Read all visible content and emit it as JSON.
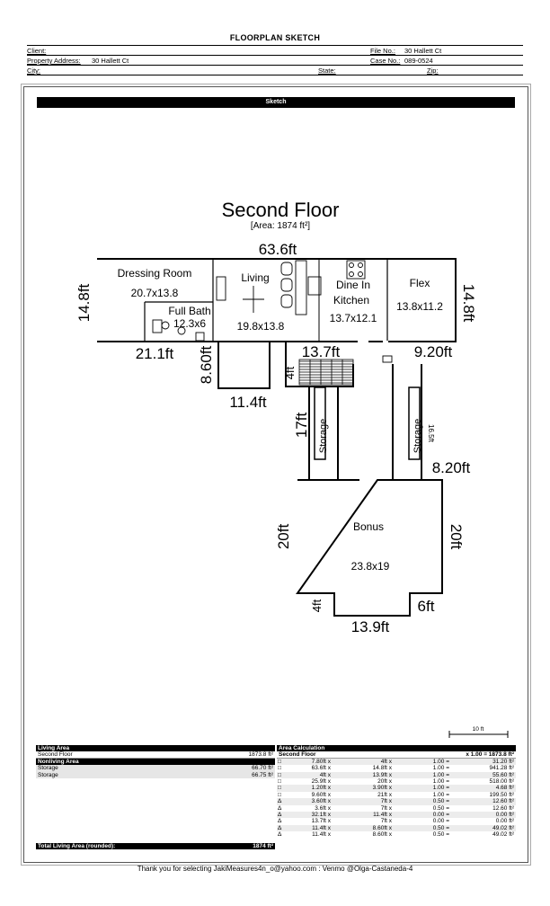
{
  "title": "FLOORPLAN SKETCH",
  "header": {
    "client_label": "Client:",
    "client_value": "",
    "file_no_label": "File No.:",
    "file_no_value": "30 Hallett Ct",
    "property_label": "Property Address:",
    "property_value": "30 Hallett Ct",
    "case_no_label": "Case No.:",
    "case_no_value": "089-0524",
    "city_label": "City:",
    "state_label": "State:",
    "zip_label": "Zip:"
  },
  "sketch": {
    "bar_label": "Sketch",
    "floor_title": "Second Floor",
    "floor_area": "[Area: 1874 ft²]",
    "rooms": {
      "dressing_room": "Dressing Room",
      "dressing_room_size": "20.7x13.8",
      "living": "Living",
      "living_size": "19.8x13.8",
      "full_bath": "Full Bath",
      "full_bath_size": "12.3x6",
      "dine_in": "Dine In",
      "kitchen": "Kitchen",
      "kitchen_size": "13.7x12.1",
      "flex": "Flex",
      "flex_size": "13.8x11.2",
      "storage_left": "Storage",
      "storage_right": "Storage",
      "bonus": "Bonus",
      "bonus_size": "23.8x19"
    },
    "dims": {
      "top": "63.6ft",
      "left": "14.8ft",
      "right": "14.8ft",
      "bottom_left": "21.1ft",
      "notch_height": "8.60ft",
      "notch_width": "11.4ft",
      "stair_width": "13.7ft",
      "stair_height": "4ft",
      "right_step": "9.20ft",
      "corridor_left": "17ft",
      "corridor_right": "16.5ft",
      "corridor_gap": "8.20ft",
      "bonus_left": "20ft",
      "bonus_right": "20ft",
      "bonus_bottom": "13.9ft",
      "bonus_bl": "4ft",
      "bonus_br": "6ft"
    },
    "scale_label": "10 ft"
  },
  "living_area": {
    "header": "Living Area",
    "rows": [
      {
        "name": "Second Floor",
        "value": "1873.8 ft²"
      }
    ],
    "nonliving_header": "Nonliving Area",
    "nonliving_rows": [
      {
        "name": "Storage",
        "value": "66.70 ft²"
      },
      {
        "name": "Storage",
        "value": "66.75 ft²"
      }
    ],
    "total_label": "Total Living Area (rounded):",
    "total_value": "1874 ft²"
  },
  "area_calc": {
    "header": "Area Calculation",
    "section": "Second Floor",
    "section_total": "x 1.00 = 1873.8 ft²",
    "rows": [
      {
        "icon": "box",
        "a": "7.80ft x",
        "b": "4ft x",
        "c": "1.00 =",
        "d": "31.20 ft²"
      },
      {
        "icon": "box",
        "a": "63.6ft x",
        "b": "14.8ft x",
        "c": "1.00 =",
        "d": "941.28 ft²"
      },
      {
        "icon": "box",
        "a": "4ft x",
        "b": "13.9ft x",
        "c": "1.00 =",
        "d": "55.60 ft²"
      },
      {
        "icon": "box",
        "a": "25.9ft x",
        "b": "20ft x",
        "c": "1.00 =",
        "d": "518.00 ft²"
      },
      {
        "icon": "box",
        "a": "1.20ft x",
        "b": "3.90ft x",
        "c": "1.00 =",
        "d": "4.68 ft²"
      },
      {
        "icon": "box",
        "a": "9.60ft x",
        "b": "21ft x",
        "c": "1.00 =",
        "d": "199.50 ft²"
      },
      {
        "icon": "tri",
        "a": "3.60ft x",
        "b": "7ft x",
        "c": "0.50 =",
        "d": "12.60 ft²"
      },
      {
        "icon": "tri",
        "a": "3.6ft x",
        "b": "7ft x",
        "c": "0.50 =",
        "d": "12.60 ft²"
      },
      {
        "icon": "tri",
        "a": "32.1ft x",
        "b": "11.4ft x",
        "c": "0.00 =",
        "d": "0.00 ft²"
      },
      {
        "icon": "tri",
        "a": "13.7ft x",
        "b": "7ft x",
        "c": "0.00 =",
        "d": "0.00 ft²"
      },
      {
        "icon": "tri",
        "a": "11.4ft x",
        "b": "8.60ft x",
        "c": "0.50 =",
        "d": "49.02 ft²"
      },
      {
        "icon": "tri",
        "a": "11.4ft x",
        "b": "8.60ft x",
        "c": "0.50 =",
        "d": "49.02 ft²"
      }
    ]
  },
  "footer": "Thank you for selecting JakiMeasures4n_o@yahoo.com : Venmo @Olga-Castaneda-4"
}
